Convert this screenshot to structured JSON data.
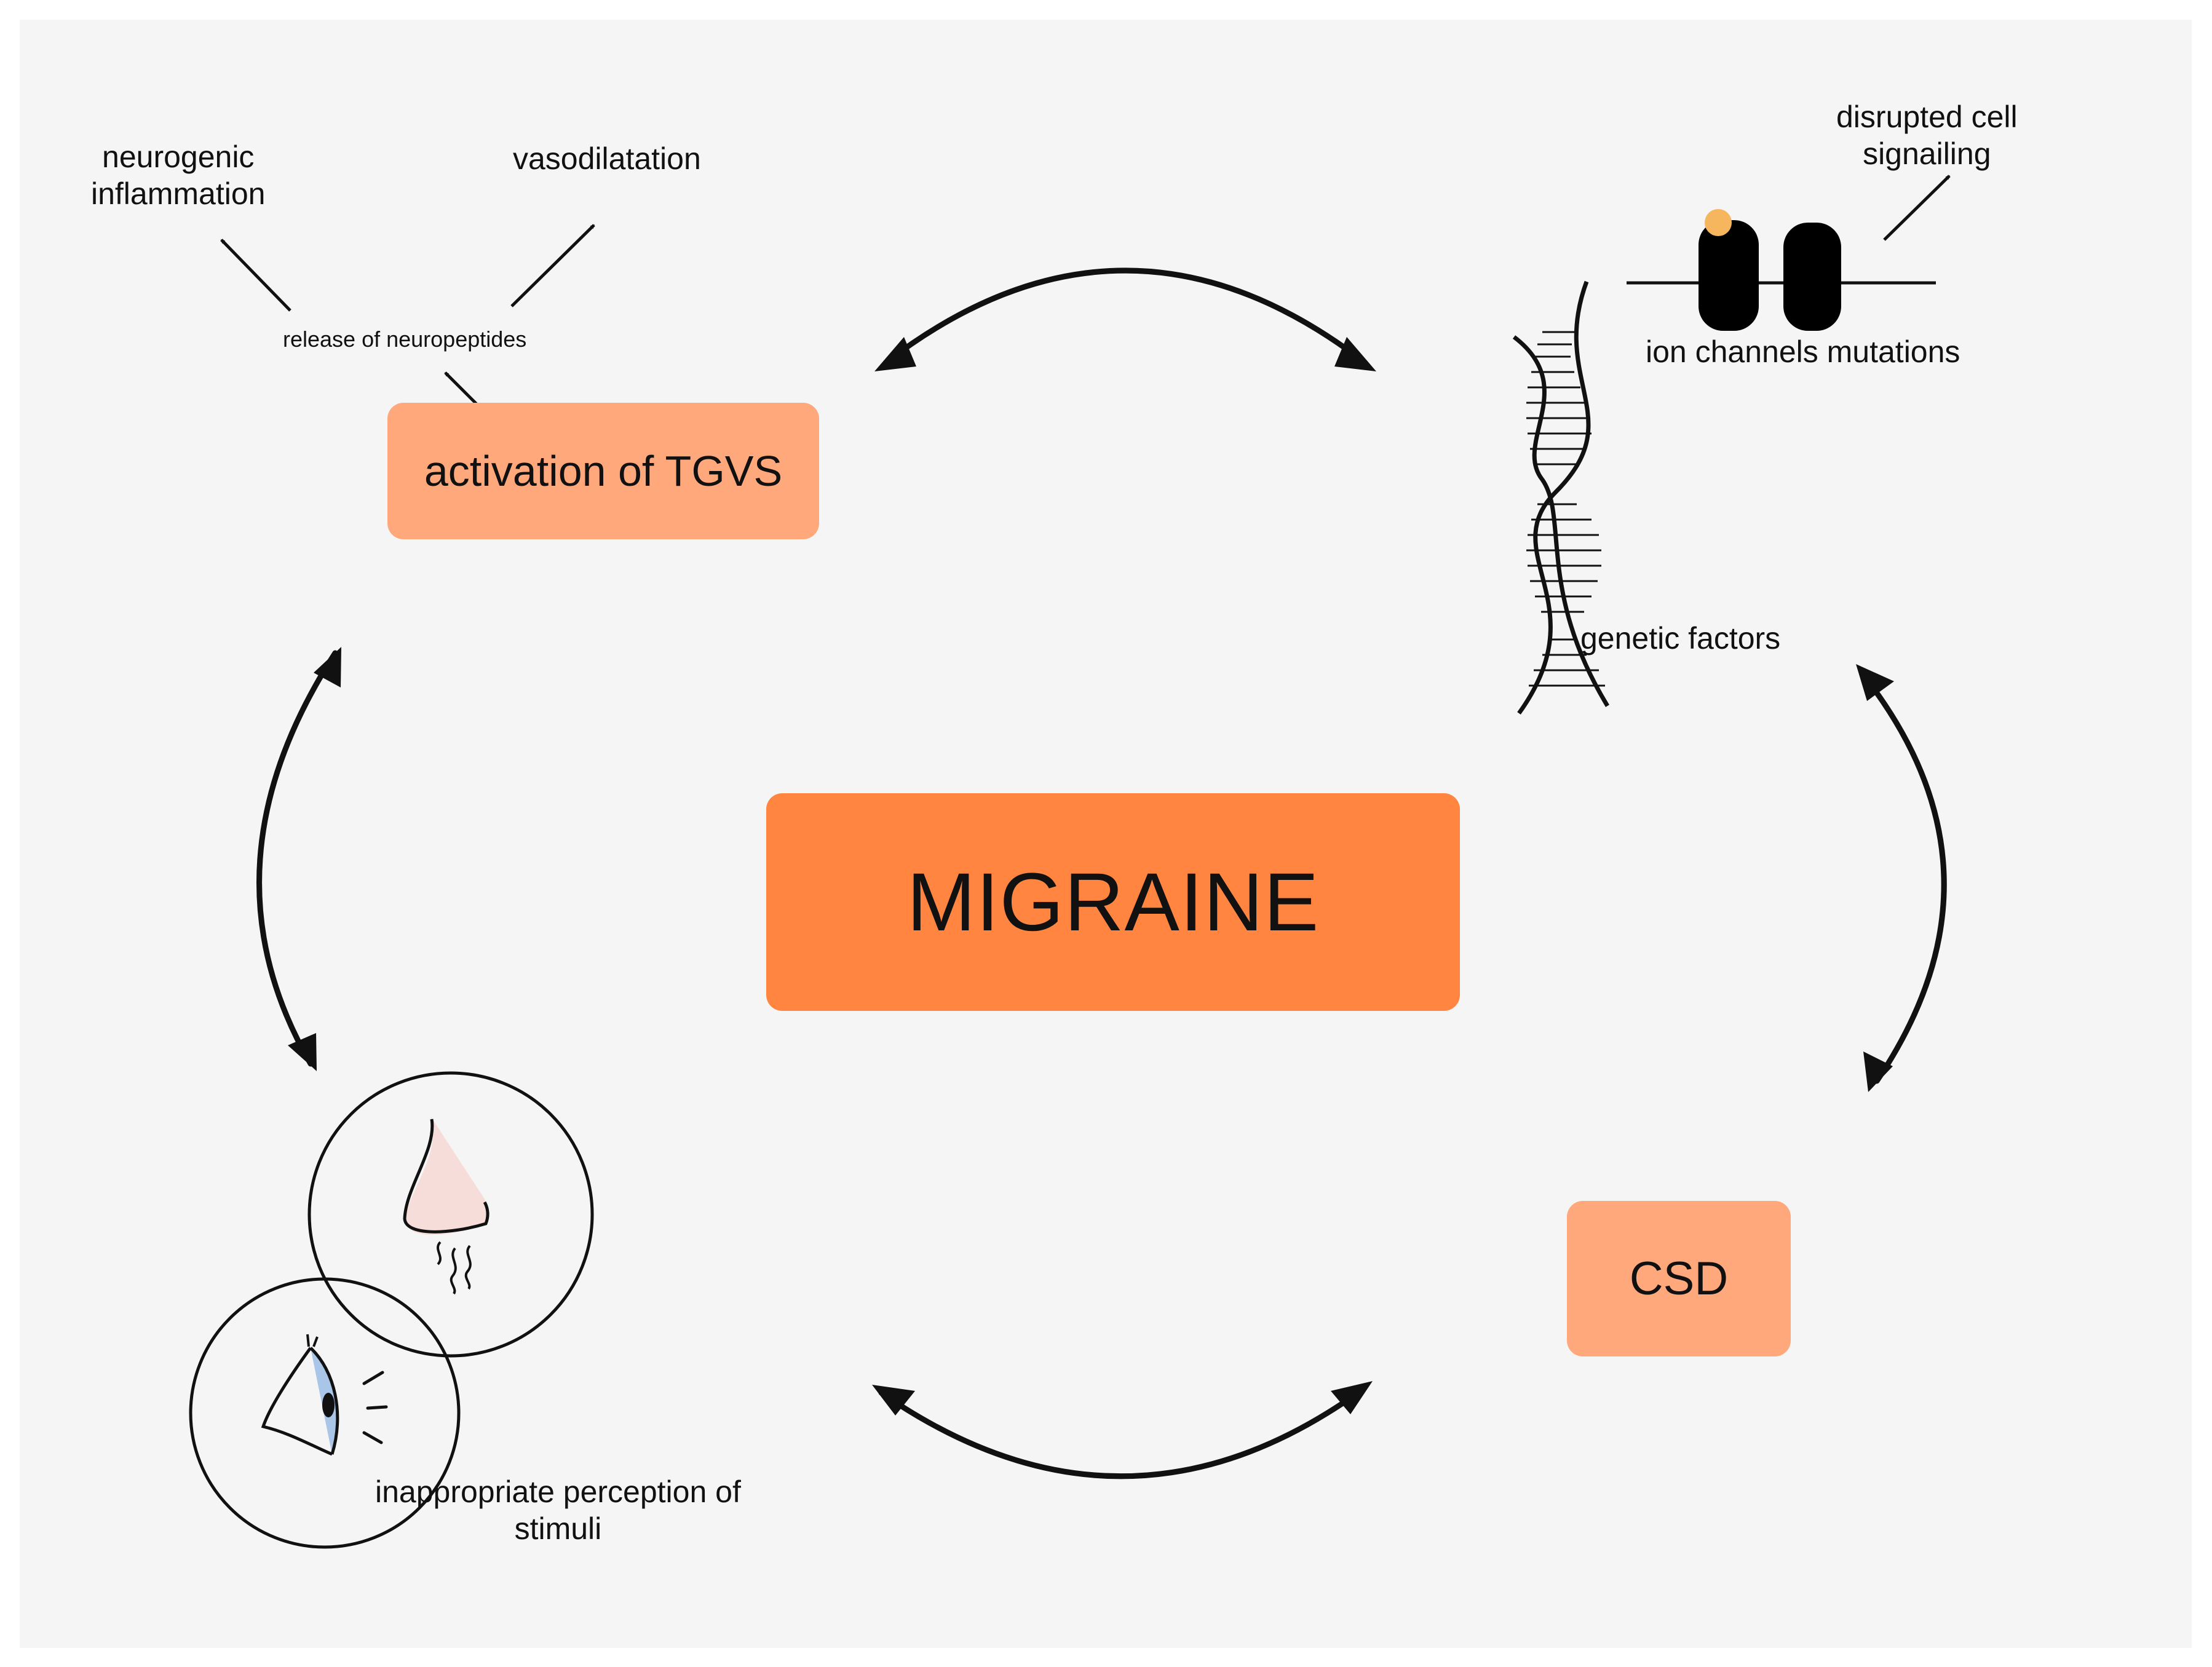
{
  "diagram": {
    "center": "MIGRAINE",
    "activation_box": "activation of TGVS",
    "csd_box": "CSD",
    "neuropeptides": "release of neuropeptides",
    "neurogenic_line1": "neurogenic",
    "neurogenic_line2": "inflammation",
    "vasodilatation": "vasodilatation",
    "disrupted_line1": "disrupted cell",
    "disrupted_line2": "signailing",
    "ion_channels": "ion channels mutations",
    "genetic_factors": "genetic factors",
    "perception_line1": "inappropriate perception of",
    "perception_line2": "stimuli"
  },
  "colors": {
    "background": "#f5f5f5",
    "center_box": "#ff8540",
    "side_box": "#ffa87c",
    "ion_dot": "#f5b65e",
    "iris": "#a9c6e8",
    "nose_tint": "#f6c9c1"
  }
}
